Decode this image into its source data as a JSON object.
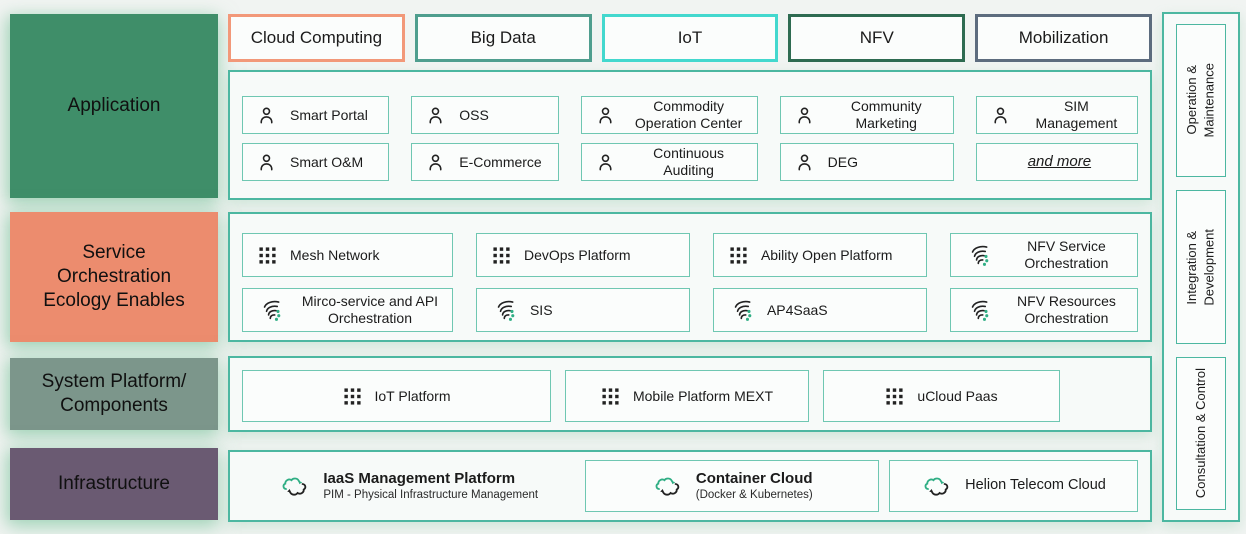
{
  "palette": {
    "page_bg": "#F1F4F2",
    "container_bg": "#F7FAF9",
    "box_bg": "#FBFDFC",
    "container_border": "#4CB7A1",
    "item_border": "#6FC7B2",
    "icon_dark": "#222222",
    "green_accent": "#2FAE84",
    "text": "#1B1B1B"
  },
  "left_labels": [
    {
      "label": "Application",
      "fill": "#3F8E69"
    },
    {
      "label": "Service Orchestration Ecology Enables",
      "fill": "#EC8C6E"
    },
    {
      "label": "System Platform/ Components",
      "fill": "#7C968B"
    },
    {
      "label": "Infrastructure",
      "fill": "#6A5A72"
    }
  ],
  "tabs": [
    {
      "label": "Cloud Computing",
      "border": "#F29879"
    },
    {
      "label": "Big Data",
      "border": "#4F9E8E"
    },
    {
      "label": "IoT",
      "border": "#43D8CE"
    },
    {
      "label": "NFV",
      "border": "#2E6B51"
    },
    {
      "label": "Mobilization",
      "border": "#5D6C7E"
    }
  ],
  "application": {
    "rows": [
      [
        {
          "icon": "person",
          "label": "Smart Portal"
        },
        {
          "icon": "person",
          "label": "OSS"
        },
        {
          "icon": "person",
          "label": "Commodity Operation Center"
        },
        {
          "icon": "person",
          "label": "Community Marketing"
        },
        {
          "icon": "person",
          "label": "SIM Management"
        }
      ],
      [
        {
          "icon": "person",
          "label": "Smart O&M"
        },
        {
          "icon": "person",
          "label": "E-Commerce"
        },
        {
          "icon": "person",
          "label": "Continuous Auditing"
        },
        {
          "icon": "person",
          "label": "DEG"
        },
        {
          "label": "and more",
          "emphasis": true
        }
      ]
    ]
  },
  "service_orchestration": {
    "rows": [
      [
        {
          "icon": "grid",
          "label": "Mesh Network"
        },
        {
          "icon": "grid",
          "label": "DevOps Platform"
        },
        {
          "icon": "grid",
          "label": "Ability Open Platform"
        },
        {
          "icon": "wave",
          "label": "NFV Service Orchestration"
        }
      ],
      [
        {
          "icon": "wave",
          "label": "Mirco-service and API Orchestration"
        },
        {
          "icon": "wave",
          "label": "SIS"
        },
        {
          "icon": "wave",
          "label": "AP4SaaS"
        },
        {
          "icon": "wave",
          "label": "NFV Resources Orchestration"
        }
      ]
    ]
  },
  "system_platform": {
    "items": [
      {
        "icon": "grid",
        "label": "IoT Platform"
      },
      {
        "icon": "grid",
        "label": "Mobile Platform MEXT"
      },
      {
        "icon": "grid",
        "label": "uCloud Paas"
      }
    ]
  },
  "infrastructure": {
    "items": [
      {
        "icon": "cloud-sync",
        "title": "IaaS Management Platform",
        "subtitle": "PIM - Physical Infrastructure Management",
        "boxed": false,
        "bold": true
      },
      {
        "icon": "cloud-sync",
        "title": "Container Cloud",
        "subtitle": "(Docker & Kubernetes)",
        "boxed": true,
        "bold": true
      },
      {
        "icon": "cloud-sync",
        "title": "Helion Telecom Cloud",
        "boxed": true,
        "bold": false
      }
    ]
  },
  "right_sidebar": {
    "items": [
      "Operation &\nMaintenance",
      "Integration &\nDevelopment",
      "Consultation & Control"
    ]
  }
}
